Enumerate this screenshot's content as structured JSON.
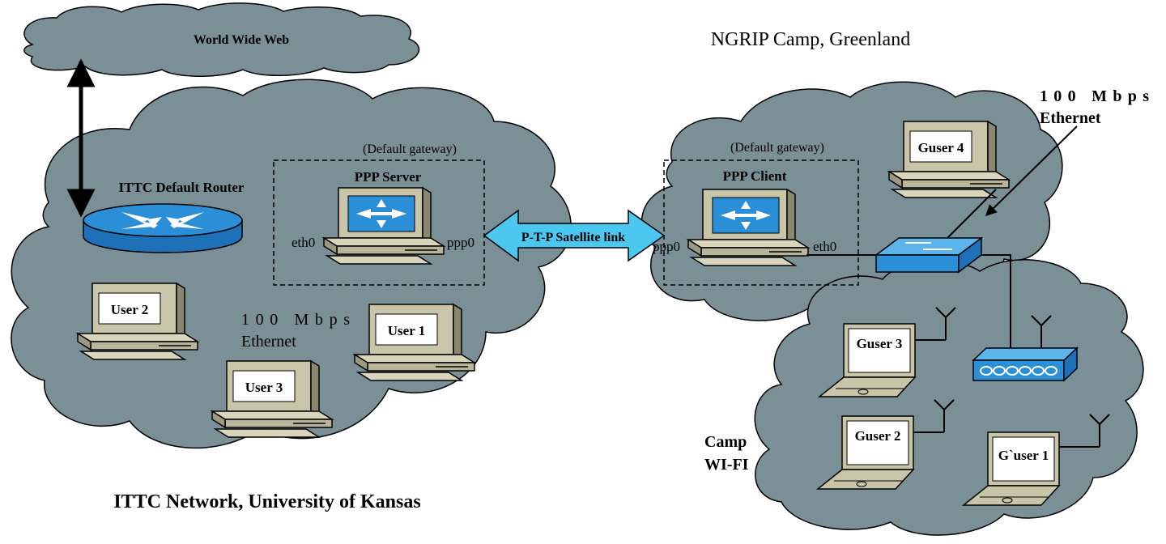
{
  "internet": {
    "label": "World Wide Web"
  },
  "ittc": {
    "network_label": "ITTC Network, University of Kansas",
    "router_label": "ITTC Default Router",
    "ethernet_label_top": "100 Mbps",
    "ethernet_label_bottom": "Ethernet",
    "users": [
      "User 1",
      "User 2",
      "User 3"
    ]
  },
  "gateways": {
    "server_caption": "(Default gateway)",
    "server_label": "PPP Server",
    "server_left_port": "eth0",
    "server_right_port": "ppp0",
    "client_caption": "(Default gateway)",
    "client_label": "PPP Client",
    "client_left_port": "ppp0",
    "client_right_port": "eth0"
  },
  "link": {
    "label": "P-T-P Satellite link"
  },
  "camp": {
    "title": "NGRIP Camp, Greenland",
    "ethernet_label_top": "100    Mbps",
    "ethernet_label_bottom": "Ethernet",
    "wifi_label_top": "Camp",
    "wifi_label_bottom": "WI-FI",
    "users": [
      "Guser 4",
      "Guser 3",
      "Guser 2",
      "G`user 1"
    ]
  },
  "colors": {
    "cloud": "#7b8f97",
    "cloud_stroke": "#000000",
    "device_blue": "#2a8fd6",
    "link_arrow": "#4cc7f0",
    "computer_body": "#c8c5a8"
  }
}
